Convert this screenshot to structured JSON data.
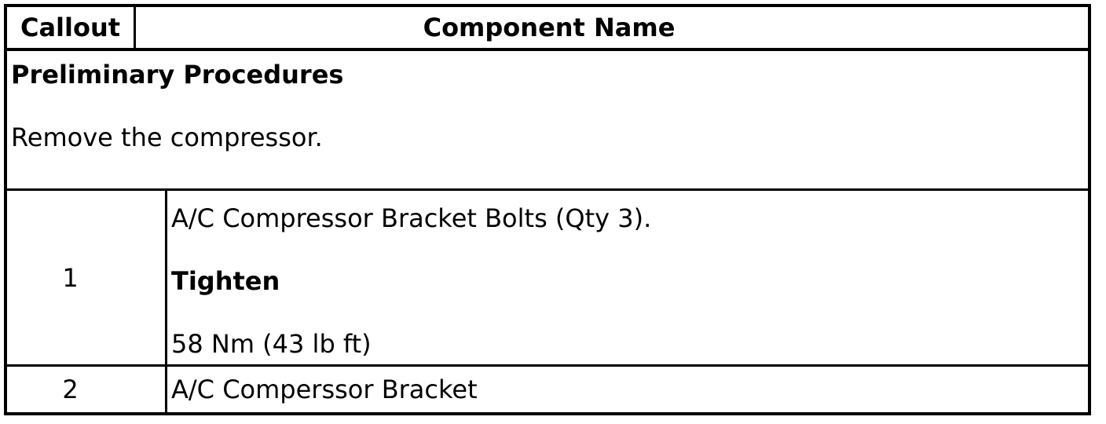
{
  "table": {
    "header": {
      "callout": "Callout",
      "component_name": "Component Name"
    },
    "preliminary": {
      "title": "Preliminary Procedures",
      "instruction": "Remove the compressor."
    },
    "rows": [
      {
        "callout": "1",
        "description": "A/C Compressor Bracket Bolts (Qty 3).",
        "action_label": "Tighten",
        "torque_spec": "58 Nm (43 lb ft)"
      },
      {
        "callout": "2",
        "description": "A/C Comperssor Bracket"
      }
    ]
  }
}
